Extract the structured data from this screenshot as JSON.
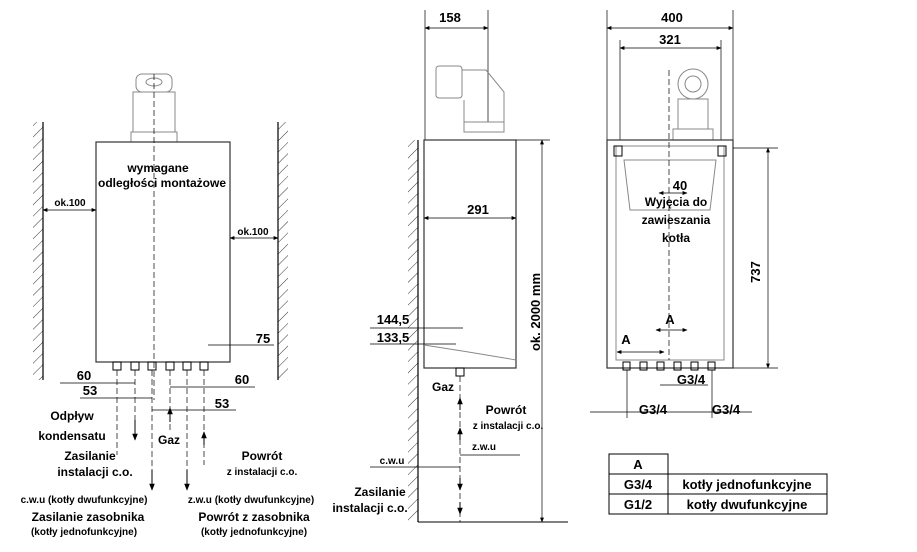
{
  "front_view": {
    "heading_line1": "wymagane",
    "heading_line2": "odległości montażowe",
    "clear_left": "ok.100",
    "clear_right": "ok.100",
    "dim_75": "75",
    "dim_60_left": "60",
    "dim_53_left": "53",
    "dim_60_right": "60",
    "dim_53_right": "53",
    "condensate_line1": "Odpływ",
    "condensate_line2": "kondensatu",
    "heating_supply_line1": "Zasilanie",
    "heating_supply_line2": "instalacji c.o.",
    "gas": "Gaz",
    "heating_return_line1": "Powrót",
    "heating_return_line2": "z instalacji c.o.",
    "dhw_label": "c.w.u (kotły dwufunkcyjne)",
    "cw_label": "z.w.u (kotły dwufunkcyjne)",
    "cylinder_supply_line1": "Zasilanie zasobnika",
    "cylinder_supply_line2": "(kotły jednofunkcyjne)",
    "cylinder_return_line1": "Powrót z zasobnika",
    "cylinder_return_line2": "(kotły jednofunkcyjne)"
  },
  "side_view": {
    "dim_158": "158",
    "dim_291": "291",
    "dim_144_5": "144,5",
    "dim_133_5": "133,5",
    "height_label": "ok. 2000 mm",
    "gas": "Gaz",
    "return_line1": "Powrót",
    "return_line2": "z instalacji c.o.",
    "cw": "z.w.u",
    "dhw": "c.w.u",
    "supply_line1": "Zasilanie",
    "supply_line2": "instalacji c.o."
  },
  "rear_view": {
    "dim_400": "400",
    "dim_321": "321",
    "dim_40": "40",
    "slots_line1": "Wyjęcia do",
    "slots_line2": "zawieszania",
    "slots_line3": "kotła",
    "dim_737": "737",
    "dim_A_left": "A",
    "dim_A_center": "A",
    "thread_center": "G3/4",
    "thread_left": "G3/4",
    "thread_right": "G3/4"
  },
  "legend_table": {
    "header": "A",
    "rows": [
      {
        "code": "G3/4",
        "description": "kotły jednofunkcyjne"
      },
      {
        "code": "G1/2",
        "description": "kotły dwufunkcyjne"
      }
    ]
  }
}
